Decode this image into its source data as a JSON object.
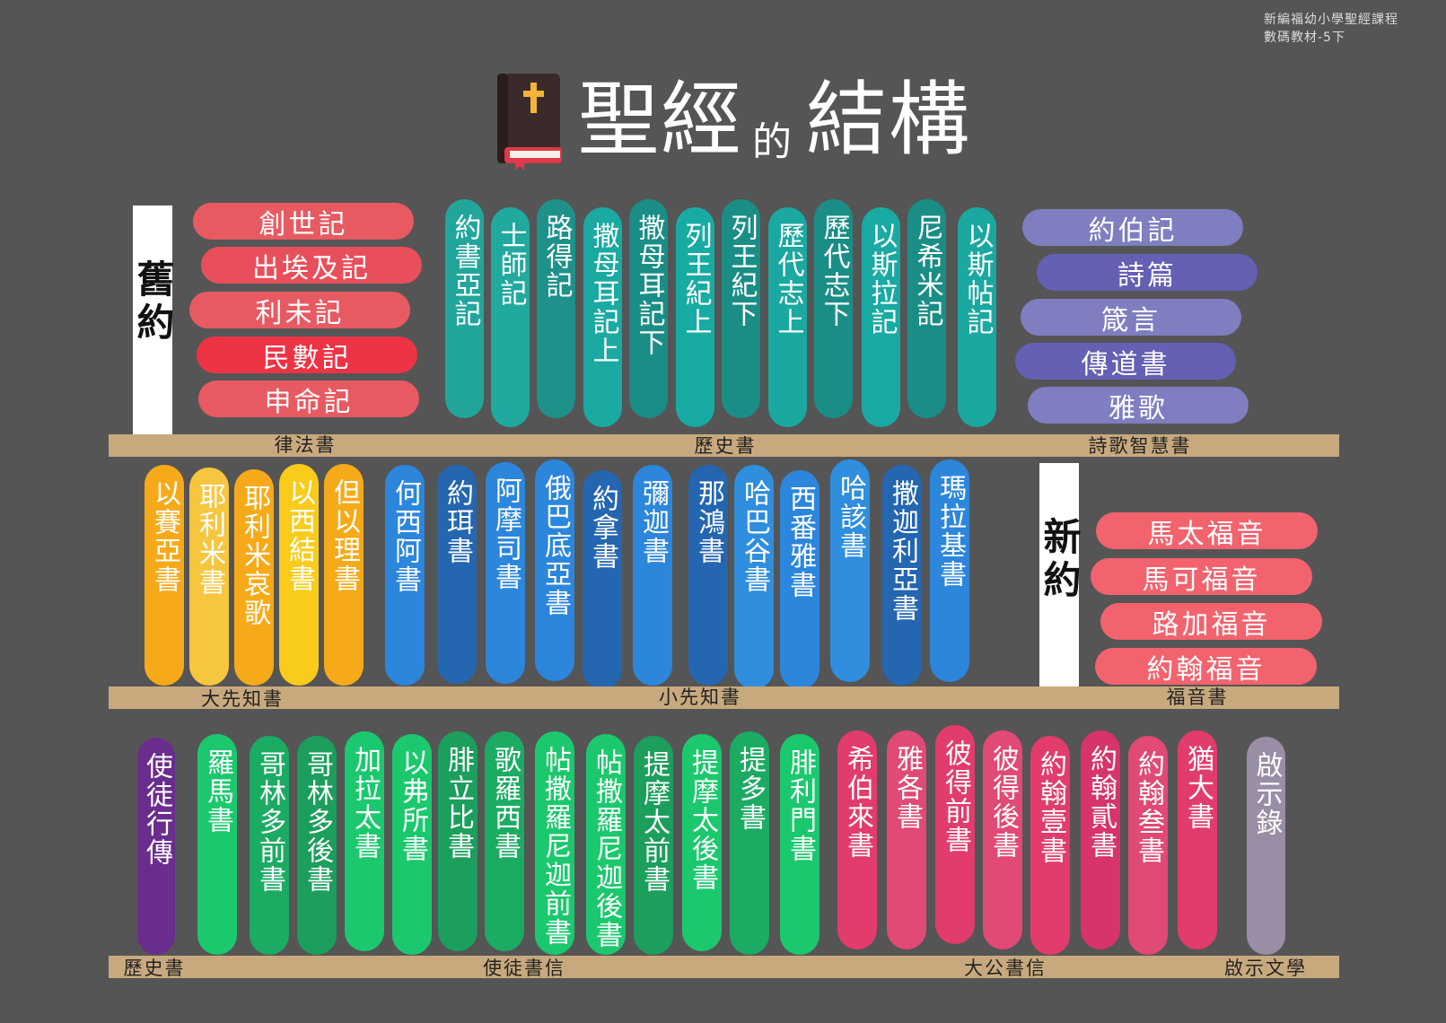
{
  "credit": [
    "新編福幼小學聖經課程",
    "數碼教材-5下"
  ],
  "title": {
    "main": "聖經",
    "small": "的",
    "main2": "結構"
  },
  "icon": "bible-icon",
  "sections": {
    "old": "舊約",
    "new": "新約"
  },
  "shelf1": {
    "labels": [
      "律法書",
      "歷史書",
      "詩歌智慧書"
    ],
    "law": [
      {
        "name": "創世記",
        "color": "#e85a62"
      },
      {
        "name": "出埃及記",
        "color": "#e84f5b"
      },
      {
        "name": "利未記",
        "color": "#e85a62"
      },
      {
        "name": "民數記",
        "color": "#ee3345"
      },
      {
        "name": "申命記",
        "color": "#e85a62"
      }
    ],
    "history": [
      {
        "name": "約書亞記",
        "color": "#22a69c"
      },
      {
        "name": "士師記",
        "color": "#20a99f"
      },
      {
        "name": "路得記",
        "color": "#1e918a"
      },
      {
        "name": "撒母耳記上",
        "color": "#1aaaa2"
      },
      {
        "name": "撒母耳記下",
        "color": "#1a8e86"
      },
      {
        "name": "列王紀上",
        "color": "#18aba3"
      },
      {
        "name": "列王紀下",
        "color": "#1a8e86"
      },
      {
        "name": "歷代志上",
        "color": "#1aa8a0"
      },
      {
        "name": "歷代志下",
        "color": "#1a8e86"
      },
      {
        "name": "以斯拉記",
        "color": "#18aaa3"
      },
      {
        "name": "尼希米記",
        "color": "#1a8e86"
      },
      {
        "name": "以斯帖記",
        "color": "#1aa8a0"
      }
    ],
    "wisdom": [
      {
        "name": "約伯記",
        "color": "#7e7ec0"
      },
      {
        "name": "詩篇",
        "color": "#6460b4"
      },
      {
        "name": "箴言",
        "color": "#7e7ec0"
      },
      {
        "name": "傳道書",
        "color": "#6460b4"
      },
      {
        "name": "雅歌",
        "color": "#7e7ec0"
      }
    ]
  },
  "shelf2": {
    "labels": [
      "大先知書",
      "小先知書",
      "福音書"
    ],
    "major": [
      {
        "name": "以賽亞書",
        "color": "#f7aa19"
      },
      {
        "name": "耶利米書",
        "color": "#f7c63f"
      },
      {
        "name": "耶利米哀歌",
        "color": "#f7aa19"
      },
      {
        "name": "以西結書",
        "color": "#f9cc1b"
      },
      {
        "name": "但以理書",
        "color": "#f7aa19"
      }
    ],
    "minor": [
      {
        "name": "何西阿書",
        "color": "#2c86dc"
      },
      {
        "name": "約珥書",
        "color": "#2466b0"
      },
      {
        "name": "阿摩司書",
        "color": "#2c86dc"
      },
      {
        "name": "俄巴底亞書",
        "color": "#2c86dc"
      },
      {
        "name": "約拿書",
        "color": "#2466b0"
      },
      {
        "name": "彌迦書",
        "color": "#2c86dc"
      },
      {
        "name": "那鴻書",
        "color": "#2466b0"
      },
      {
        "name": "哈巴谷書",
        "color": "#2f8ede"
      },
      {
        "name": "西番雅書",
        "color": "#2c86dc"
      },
      {
        "name": "哈該書",
        "color": "#2f8ede"
      },
      {
        "name": "撒迦利亞書",
        "color": "#2466b0"
      },
      {
        "name": "瑪拉基書",
        "color": "#2c86dc"
      }
    ],
    "gospels": [
      {
        "name": "馬太福音",
        "color": "#f3636e"
      },
      {
        "name": "馬可福音",
        "color": "#f3636e"
      },
      {
        "name": "路加福音",
        "color": "#f3636e"
      },
      {
        "name": "約翰福音",
        "color": "#f3636e"
      }
    ]
  },
  "shelf3": {
    "labels": [
      "歷史書",
      "使徒書信",
      "大公書信",
      "啟示文學"
    ],
    "acts": [
      {
        "name": "使徒行傳",
        "color": "#6a2d8e"
      }
    ],
    "pauline": [
      {
        "name": "羅馬書",
        "color": "#1cc86e"
      },
      {
        "name": "哥林多前書",
        "color": "#1cab63"
      },
      {
        "name": "哥林多後書",
        "color": "#1c9e5c"
      },
      {
        "name": "加拉太書",
        "color": "#1cc86e"
      },
      {
        "name": "以弗所書",
        "color": "#1cc86e"
      },
      {
        "name": "腓立比書",
        "color": "#1c9e5c"
      },
      {
        "name": "歌羅西書",
        "color": "#1cab63"
      },
      {
        "name": "帖撒羅尼迦前書",
        "color": "#1cc86e"
      },
      {
        "name": "帖撒羅尼迦後書",
        "color": "#1cc86e"
      },
      {
        "name": "提摩太前書",
        "color": "#1c9e5c"
      },
      {
        "name": "提摩太後書",
        "color": "#1cc86e"
      },
      {
        "name": "提多書",
        "color": "#1cab63"
      },
      {
        "name": "腓利門書",
        "color": "#1cc86e"
      }
    ],
    "general": [
      {
        "name": "希伯來書",
        "color": "#e23c6c"
      },
      {
        "name": "雅各書",
        "color": "#e04a74"
      },
      {
        "name": "彼得前書",
        "color": "#e23c6c"
      },
      {
        "name": "彼得後書",
        "color": "#e04a74"
      },
      {
        "name": "約翰壹書",
        "color": "#e23c6c"
      },
      {
        "name": "約翰貳書",
        "color": "#d6346a"
      },
      {
        "name": "約翰叁書",
        "color": "#e04a74"
      },
      {
        "name": "猶大書",
        "color": "#e23c6c"
      }
    ],
    "revelation": [
      {
        "name": "啟示錄",
        "color": "#9a8ea6"
      }
    ]
  }
}
